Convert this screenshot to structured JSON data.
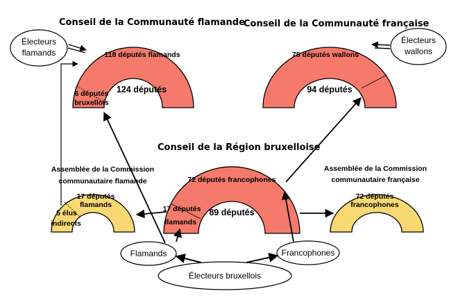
{
  "titles": {
    "flemish_council": "Conseil de la Communauté flamande",
    "french_council": "Conseil de la Communauté française",
    "brussels_council": "Conseil de la Région bruxelloise",
    "flemish_commission_1": "Assemblée de la Commission",
    "flemish_commission_2": "communautaire flamande",
    "french_commission_1": "Assemblée de la Commission",
    "french_commission_2": "communautaire française"
  },
  "flemish_council": {
    "main_label": "118 députés flamands",
    "brussels_label_1": "6 députés",
    "brussels_label_2": "bruxellois",
    "total": "124 députés"
  },
  "french_council": {
    "main_label": "75 députés wallons",
    "total": "94 députés"
  },
  "brussels_council": {
    "francophone_label": "72 députés francophones",
    "flemish_label_1": "17 députés",
    "flemish_label_2": "flamands",
    "total": "89 députés"
  },
  "flemish_commission": {
    "deputies_1": "17 députés",
    "deputies_2": "flamands",
    "indirect_1": "5 élus",
    "indirect_2": "indirects"
  },
  "french_commission": {
    "deputies_1": "72 députés",
    "deputies_2": "francophones"
  },
  "voters": {
    "flemish_1": "Électeurs",
    "flemish_2": "flamands",
    "walloon_1": "Électeurs",
    "walloon_2": "wallons",
    "flamands": "Flamands",
    "francophones": "Francophones",
    "brussels": "Électeurs bruxellois"
  },
  "colors": {
    "red_fill": "#f57a6c",
    "yellow_fill": "#f8d872",
    "outline": "#000000"
  }
}
